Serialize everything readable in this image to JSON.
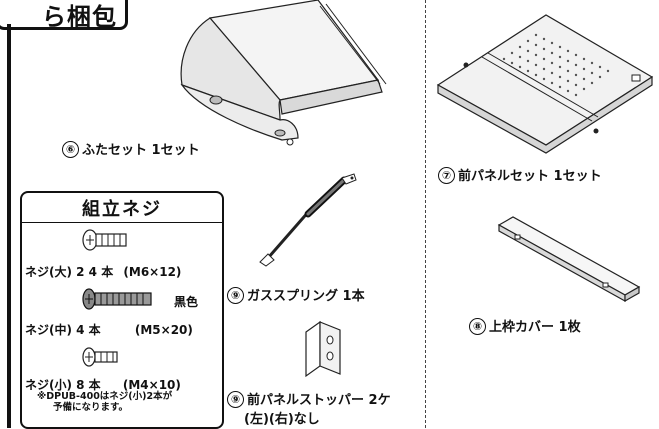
{
  "header": {
    "title": "ら梱包"
  },
  "parts": [
    {
      "num": "⑥",
      "label": "ふたセット 1セット"
    },
    {
      "num": "⑦",
      "label": "前パネルセット 1セット"
    },
    {
      "num": "⑨",
      "label": "ガススプリング 1本"
    },
    {
      "num": "⑧",
      "label": "上枠カバー 1枚"
    },
    {
      "num": "⑨",
      "label": "前パネルストッパー 2ケ",
      "sub": "(左)(右)なし"
    }
  ],
  "screws": {
    "title": "組立ネジ",
    "items": [
      {
        "name": "ネジ(大) 2 4 本",
        "size": "(M6×12)"
      },
      {
        "name": "ネジ(中) 4 本",
        "size": "(M5×20)",
        "color": "黒色"
      },
      {
        "name": "ネジ(小) 8 本",
        "size": "(M4×10)"
      }
    ],
    "note_line1": "※DPUB-400はネジ(小)2本が",
    "note_line2": "予備になります。"
  }
}
